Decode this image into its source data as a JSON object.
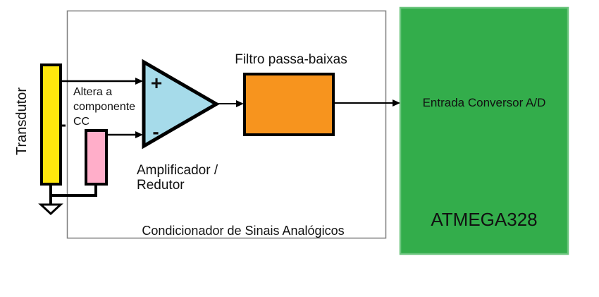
{
  "colors": {
    "transducer_fill": "#ffe70d",
    "offset_fill": "#ffaec9",
    "amplifier_fill": "#a6dbea",
    "filter_fill": "#f7941e",
    "mcu_fill": "#33ad4b",
    "mcu_border": "#6cc57e",
    "outline_gray": "#7f7f7f",
    "wire_black": "#000000",
    "ground_fill": "#ffffff"
  },
  "diagram": {
    "container_label": "Condicionador de Sinais Analógicos",
    "transducer_label": "Transdutor",
    "dc_note": "Altera a\ncomponente\nCC",
    "amplifier_label": "Amplificador /\nRedutor",
    "amplifier_plus": "+",
    "amplifier_minus": "-",
    "filter_label": "Filtro passa-baixas",
    "mcu_input_label": "Entrada Conversor A/D",
    "mcu_name": "ATMEGA328"
  }
}
